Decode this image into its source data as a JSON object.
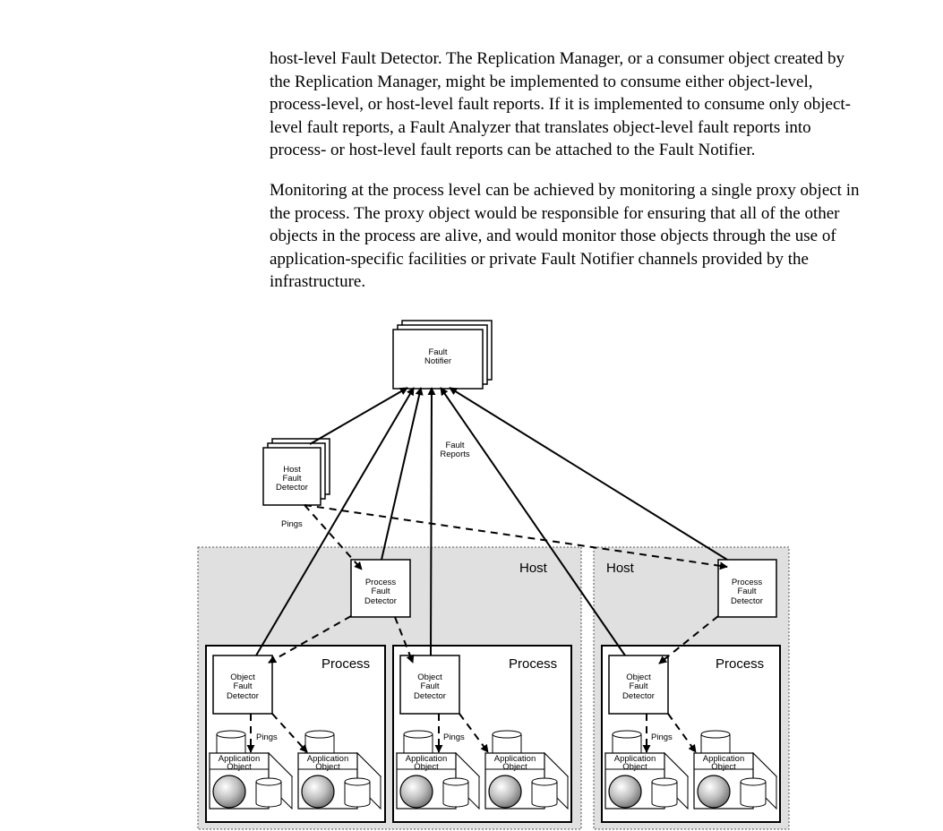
{
  "text": {
    "paragraph1": [
      "host-level Fault Detector. The Replication Manager, or a consumer object created by",
      "the Replication Manager, might be implemented to consume either object-level,",
      "process-level, or host-level fault reports. If it is implemented to consume only object-",
      "level fault reports, a Fault Analyzer that translates object-level fault reports into",
      "process- or host-level fault reports can be attached to the Fault Notifier."
    ],
    "paragraph2": [
      "Monitoring at the process level can be achieved by monitoring a single proxy object in",
      "the process. The proxy object would be responsible for ensuring that all of the other",
      "objects in the process are alive, and would monitor those objects through the use of",
      "application-specific facilities or private Fault Notifier channels provided by the",
      "infrastructure."
    ]
  },
  "diagram": {
    "fault_notifier": [
      "Fault",
      "Notifier"
    ],
    "host_fault_detector": [
      "Host",
      "Fault",
      "Detector"
    ],
    "process_fault_detector": [
      "Process",
      "Fault",
      "Detector"
    ],
    "object_fault_detector": [
      "Object",
      "Fault",
      "Detector"
    ],
    "application_object": [
      "Application",
      "Object"
    ],
    "fault_reports_label": [
      "Fault",
      "Reports"
    ],
    "pings_label": "Pings",
    "host_label": "Host",
    "process_label": "Process"
  }
}
